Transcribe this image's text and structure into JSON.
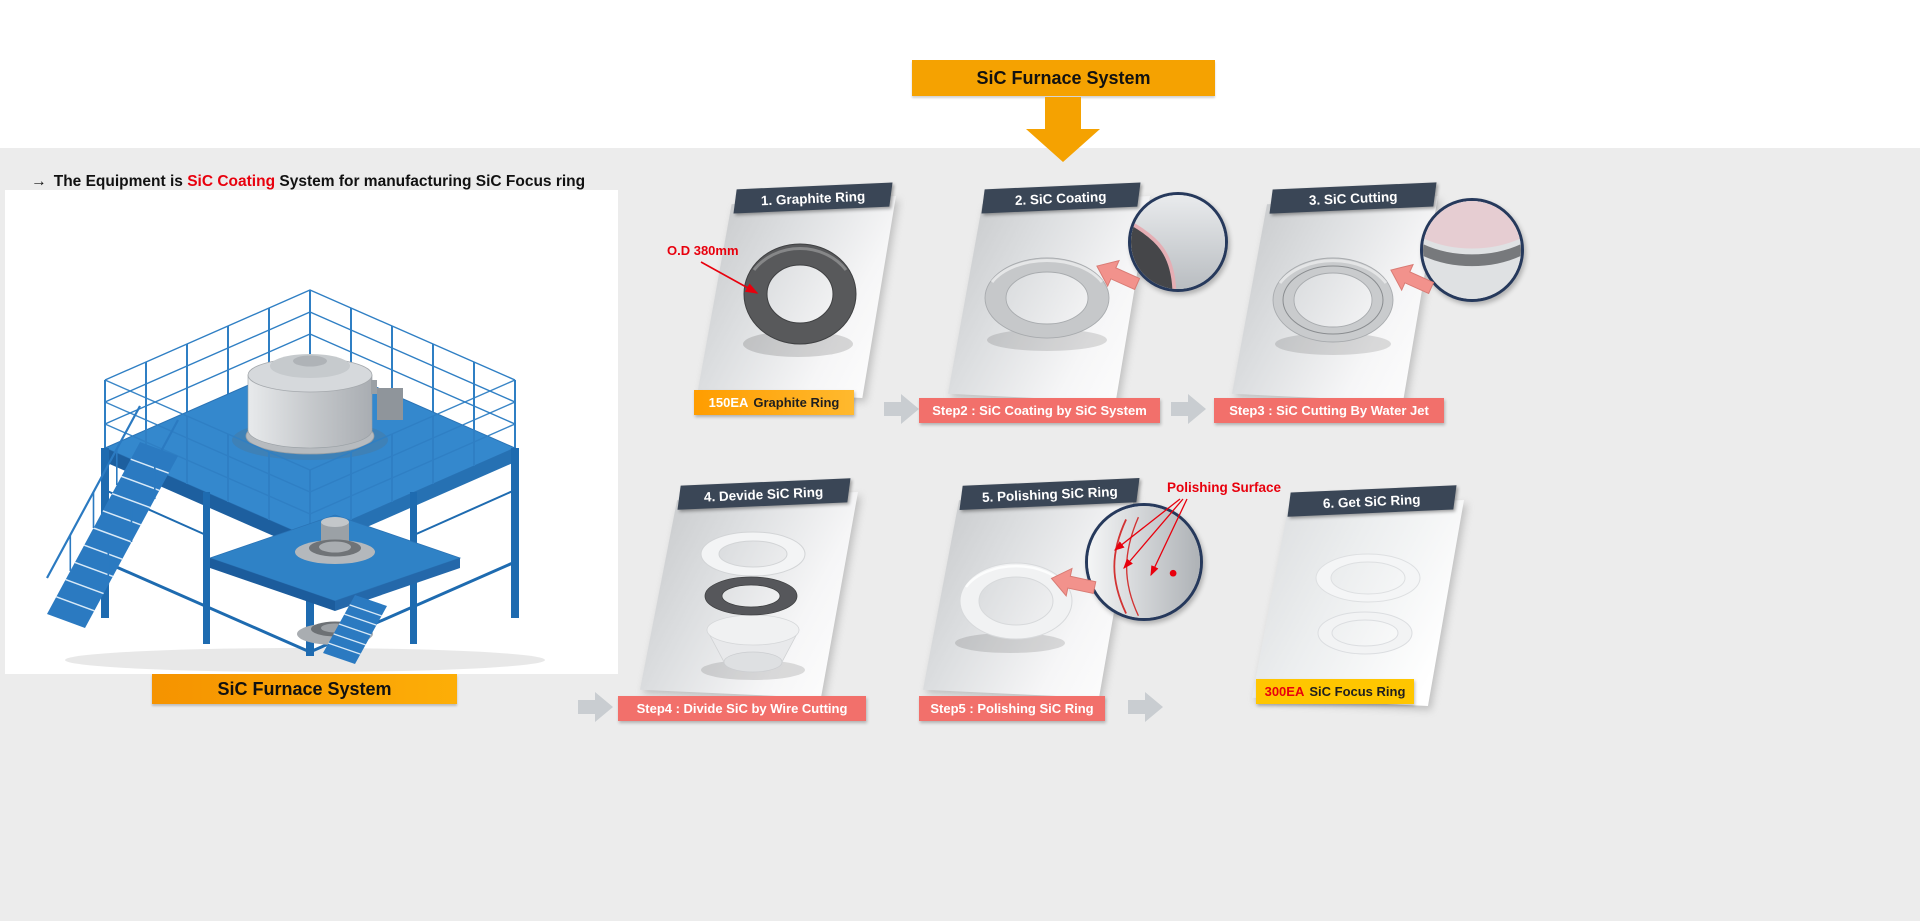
{
  "colors": {
    "accent_orange": "#F5A201",
    "label_salmon": "#F2706B",
    "header_slate": "#3A4656",
    "label_yellow": "#FFC600",
    "label_orange_gradient": [
      "#FF9D00",
      "#FFB92E"
    ],
    "highlight_red": "#E8000D",
    "background_gray": "#ECECEC",
    "zoom_ring_navy": "#26395C",
    "furnace_blue": "#2F7FC4"
  },
  "icons": {
    "big_down_arrow": "orange-down-arrow",
    "flow_arrow": "gray-chevron-right",
    "zoom_pointer": "pink-left-arrow",
    "annotation_pointer": "red-thin-arrow"
  },
  "top_banner": {
    "label": "SiC Furnace System"
  },
  "heading": {
    "arrow": "→",
    "pre": "The Equipment is ",
    "highlight": "SiC Coating",
    "post": " System for manufacturing SiC Focus ring"
  },
  "left_figure": {
    "caption": "SiC Furnace System"
  },
  "steps": {
    "s1": {
      "title": "1. Graphite Ring",
      "annotation": "O.D 380mm",
      "count": "150EA",
      "label": "Graphite Ring"
    },
    "s2": {
      "title": "2. SiC Coating",
      "label": "Step2 : SiC Coating by SiC System"
    },
    "s3": {
      "title": "3. SiC Cutting",
      "label": "Step3 : SiC Cutting By Water Jet"
    },
    "s4": {
      "title": "4. Devide SiC Ring",
      "label": "Step4 : Divide SiC by Wire Cutting"
    },
    "s5": {
      "title": "5. Polishing SiC Ring",
      "annotation": "Polishing Surface",
      "label": "Step5 : Polishing SiC Ring"
    },
    "s6": {
      "title": "6. Get SiC Ring",
      "count": "300EA",
      "label": "SiC Focus Ring"
    }
  }
}
